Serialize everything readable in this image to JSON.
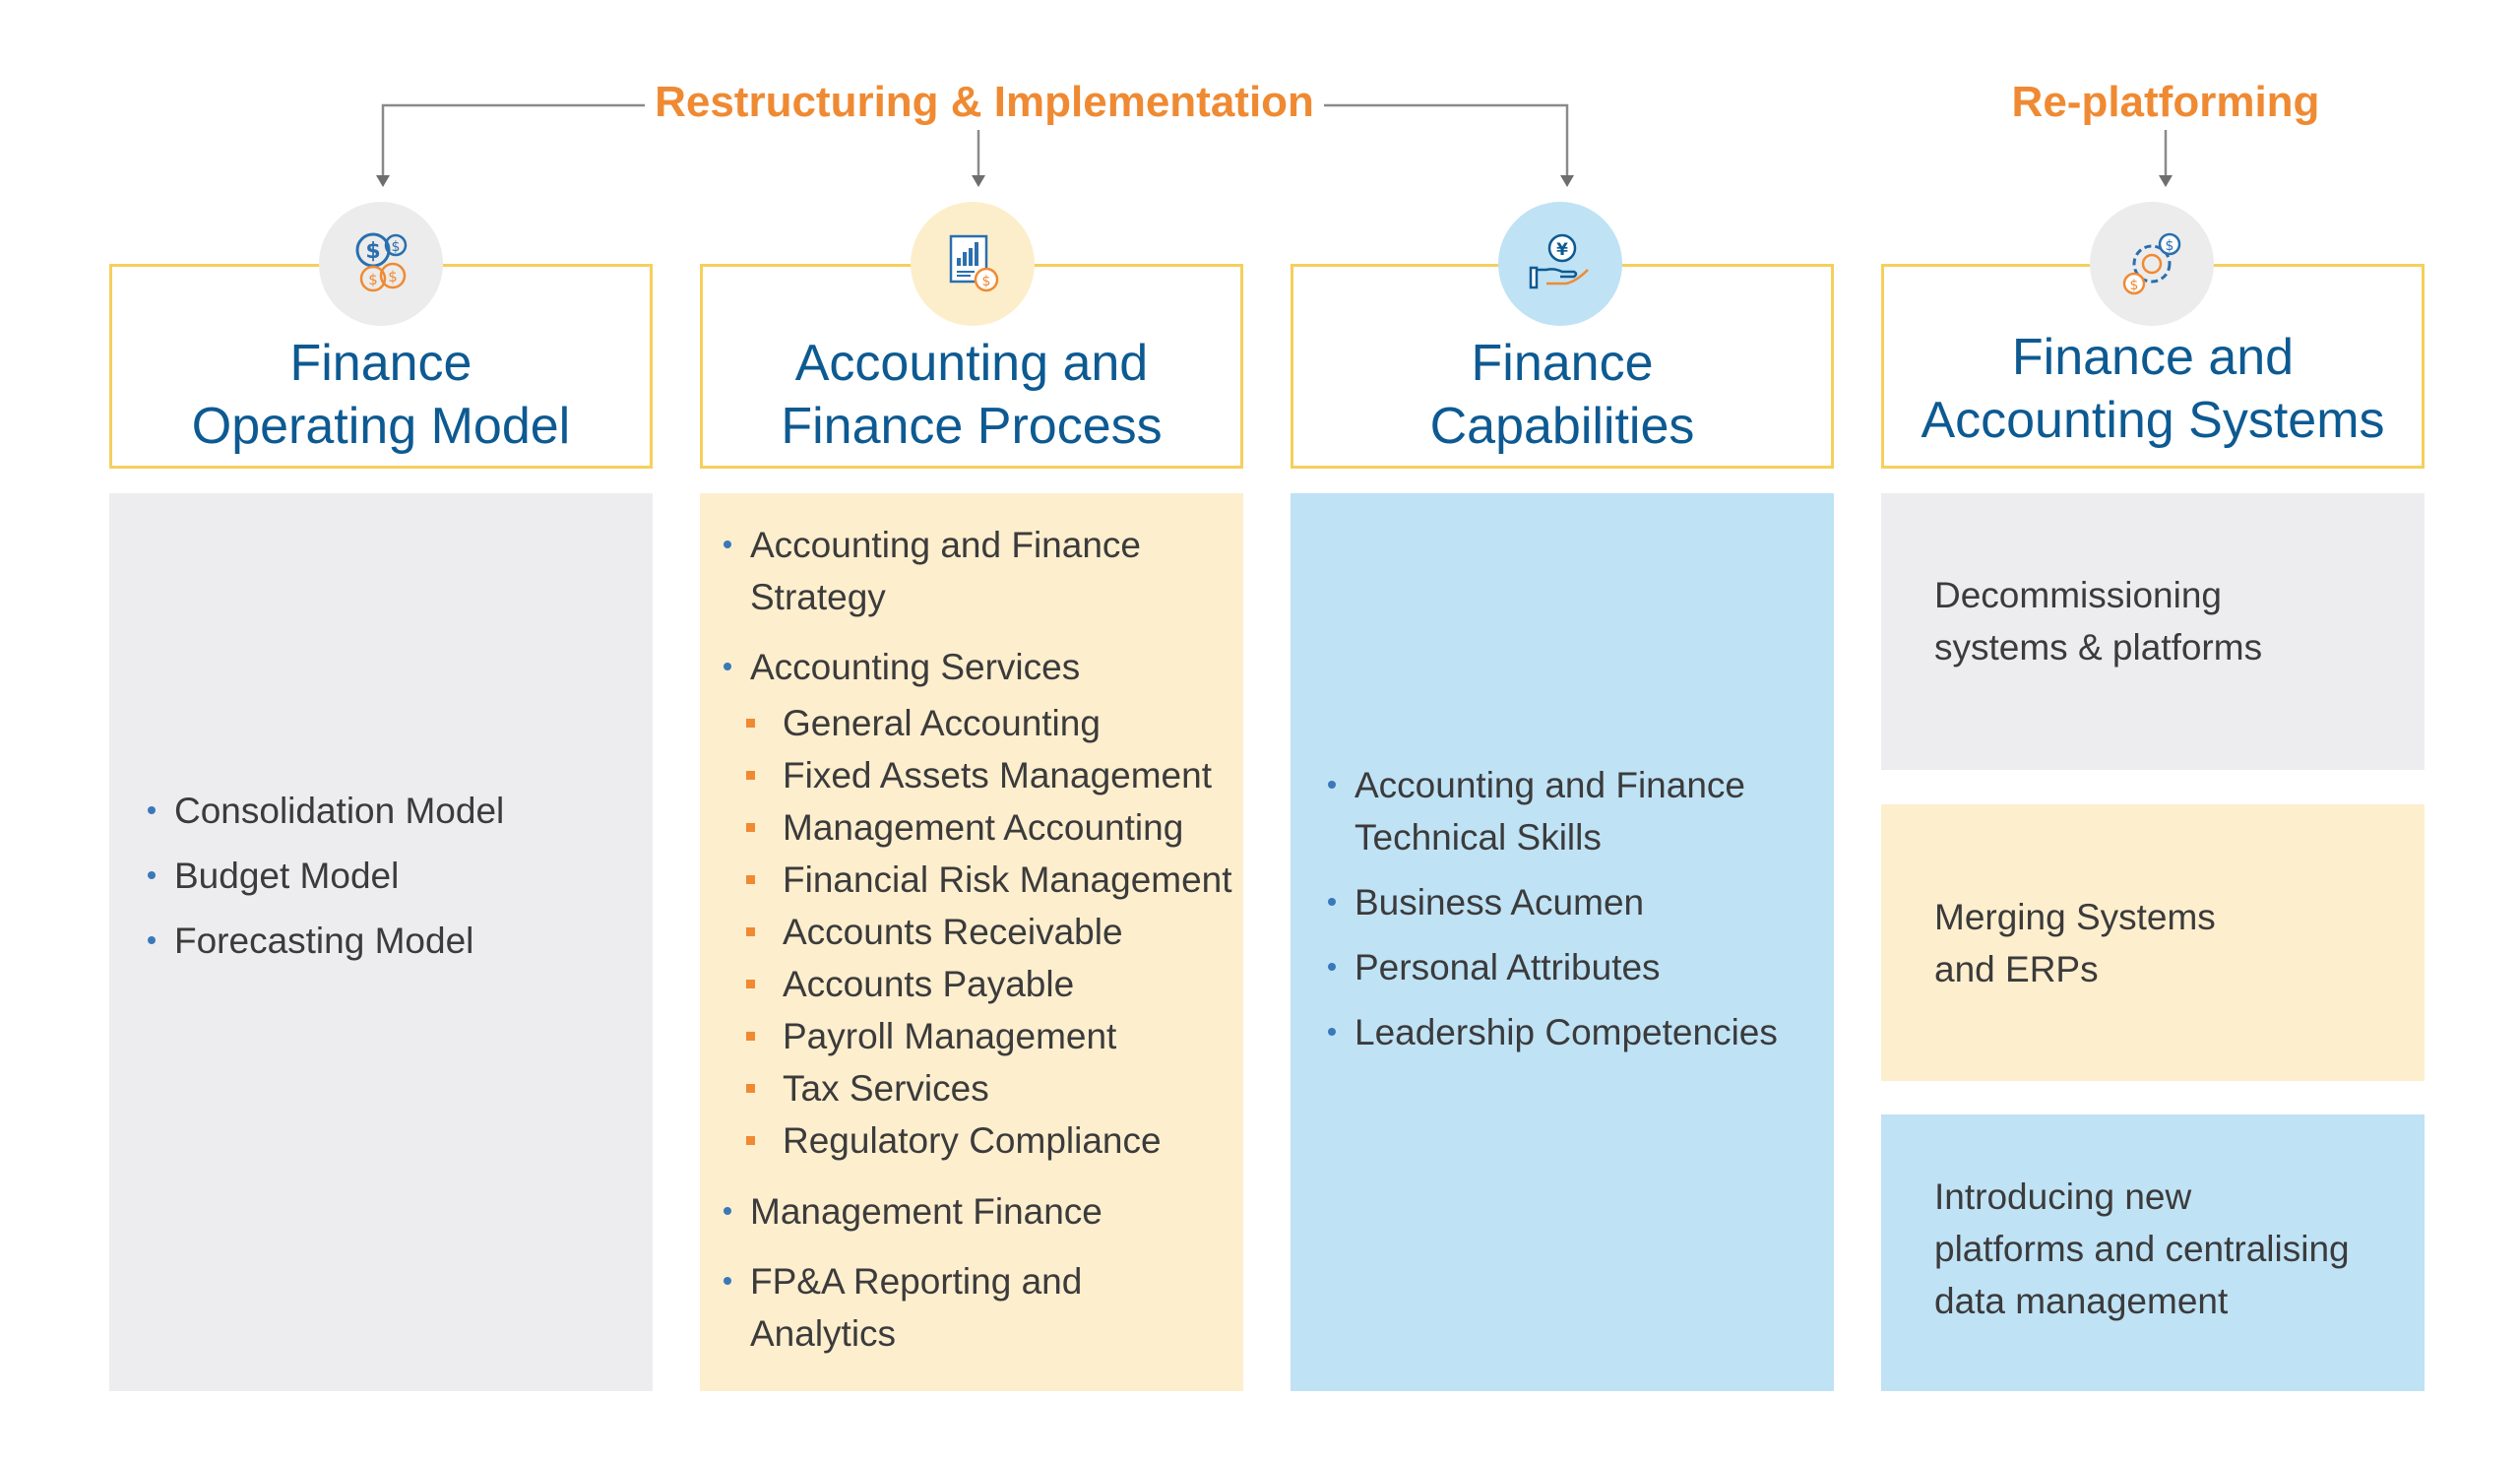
{
  "headers": {
    "restructuring": "Restructuring & Implementation",
    "replatforming": "Re-platforming"
  },
  "colors": {
    "accent_orange": "#ef8a33",
    "title_blue": "#0d5a92",
    "box_border_yellow": "#f6cf5c",
    "panel_grey": "#ededef",
    "panel_yellow": "#fdeece",
    "panel_blue": "#bfe2f5",
    "bullet_blue": "#3a78b9"
  },
  "columns": [
    {
      "icon": "currency-coins-icon",
      "title_lines": [
        "Finance",
        "Operating Model"
      ],
      "items": [
        {
          "text": "Consolidation Model",
          "level": 1
        },
        {
          "text": "Budget Model",
          "level": 1
        },
        {
          "text": "Forecasting Model",
          "level": 1
        }
      ]
    },
    {
      "icon": "report-dollar-icon",
      "title_lines": [
        "Accounting and",
        "Finance Process"
      ],
      "items": [
        {
          "text": "Accounting and Finance",
          "level": 1,
          "cont": "Strategy"
        },
        {
          "text": "Accounting Services",
          "level": 1
        },
        {
          "text": "General Accounting",
          "level": 2
        },
        {
          "text": "Fixed Assets Management",
          "level": 2
        },
        {
          "text": "Management Accounting",
          "level": 2
        },
        {
          "text": "Financial Risk Management",
          "level": 2
        },
        {
          "text": "Accounts Receivable",
          "level": 2
        },
        {
          "text": "Accounts Payable",
          "level": 2
        },
        {
          "text": "Payroll Management",
          "level": 2
        },
        {
          "text": "Tax Services",
          "level": 2
        },
        {
          "text": "Regulatory Compliance",
          "level": 2
        },
        {
          "text": "Management Finance",
          "level": 1
        },
        {
          "text": "FP&A Reporting and",
          "level": 1,
          "cont": "Analytics"
        }
      ]
    },
    {
      "icon": "hand-yen-icon",
      "title_lines": [
        "Finance",
        "Capabilities"
      ],
      "items": [
        {
          "text": "Accounting and Finance",
          "level": 1,
          "cont": "Technical Skills"
        },
        {
          "text": "Business Acumen",
          "level": 1
        },
        {
          "text": "Personal Attributes",
          "level": 1
        },
        {
          "text": "Leadership Competencies",
          "level": 1
        }
      ]
    },
    {
      "icon": "gear-dollar-icon",
      "title_lines": [
        "Finance and",
        "Accounting Systems"
      ],
      "boxes": [
        {
          "lines": [
            "Decommissioning",
            "systems & platforms"
          ]
        },
        {
          "lines": [
            "Merging Systems",
            "and ERPs"
          ]
        },
        {
          "lines": [
            "Introducing new",
            "platforms and centralising",
            "data management"
          ]
        }
      ]
    }
  ]
}
